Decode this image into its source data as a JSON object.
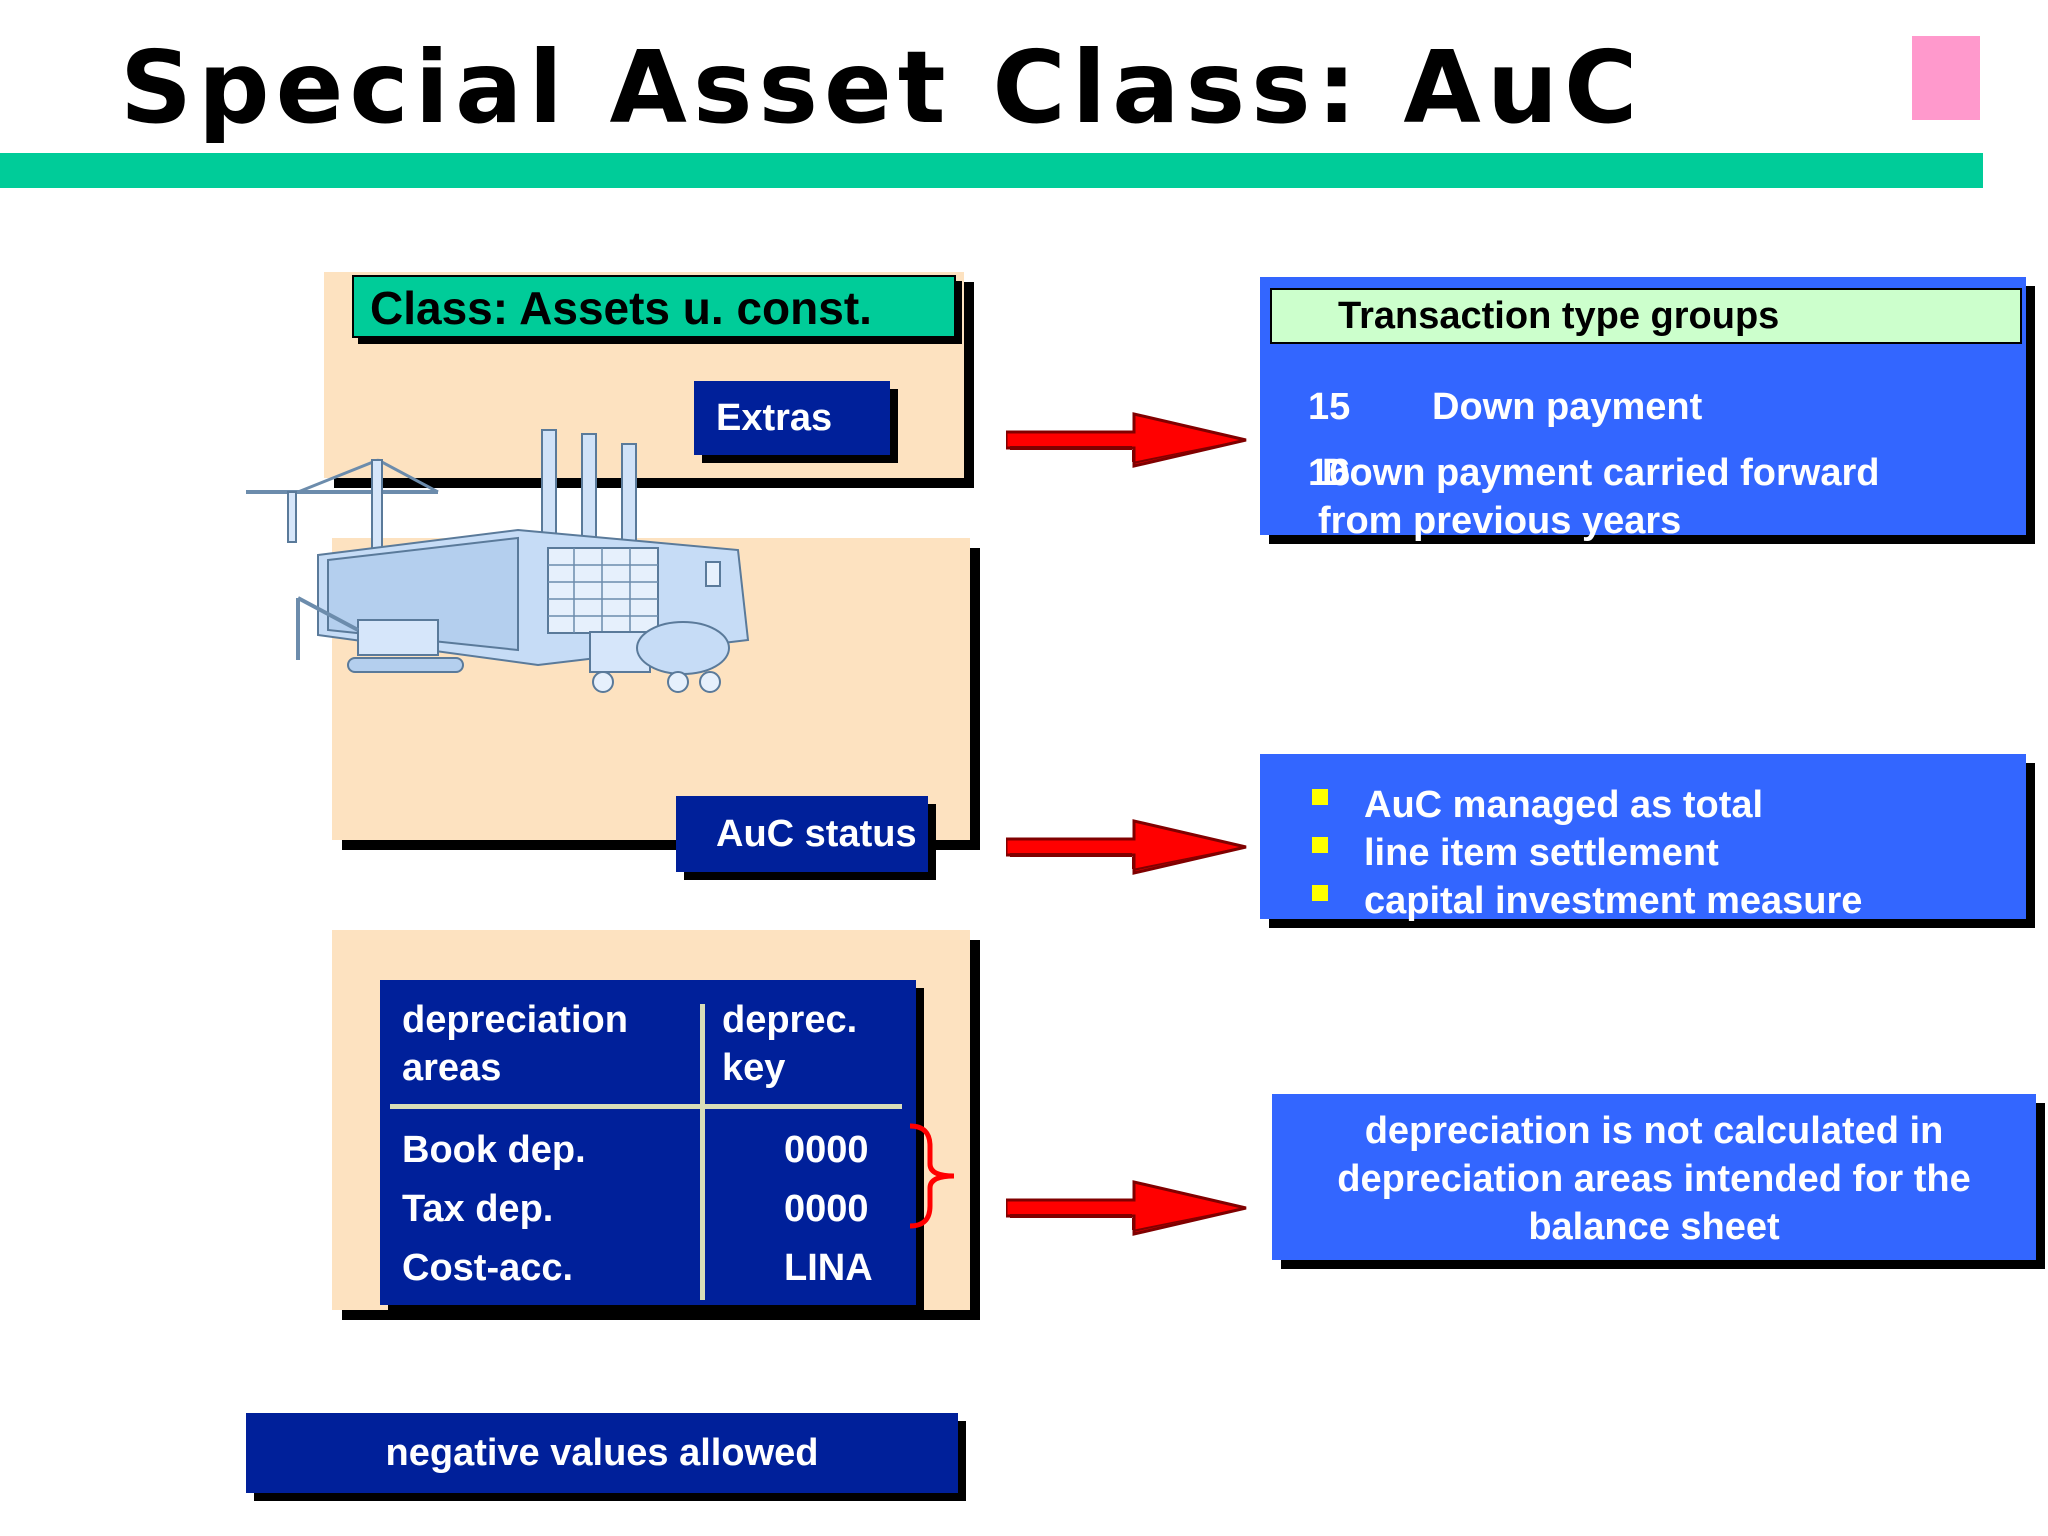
{
  "title": "Special Asset Class: AuC",
  "class_panel": {
    "label": "Class: Assets u. const.",
    "extras_label": "Extras",
    "status_label": "AuC status"
  },
  "depreciation_table": {
    "headers": [
      "depreciation areas",
      "deprec. key"
    ],
    "header_lines": {
      "area_1": "depreciation",
      "area_2": "areas",
      "key_1": "deprec.",
      "key_2": "key"
    },
    "rows": [
      {
        "area": "Book dep.",
        "key": "0000"
      },
      {
        "area": "Tax dep.",
        "key": "0000"
      },
      {
        "area": "Cost-acc.",
        "key": "LINA"
      }
    ]
  },
  "negative_values": "negative values allowed",
  "transaction_groups": {
    "header": "Transaction type groups",
    "items": [
      {
        "code": "15",
        "text": "Down payment"
      },
      {
        "code": "16",
        "text": "Down payment carried forward",
        "text_line2": "from previous years"
      }
    ]
  },
  "auc_features": [
    "AuC managed as total",
    "line item settlement",
    "capital investment measure"
  ],
  "depreciation_note": {
    "line1": "depreciation is not calculated in",
    "line2": "depreciation areas intended for the",
    "line3": "balance sheet"
  },
  "colors": {
    "accent_green": "#00cc99",
    "pink": "#ff99cc",
    "dark_blue": "#00209a",
    "light_blue": "#3366ff",
    "panel": "#fde2c0",
    "header_green": "#ccffcc",
    "arrow_red": "#ff0000",
    "bullet_yellow": "#ffff00"
  },
  "icons": [
    "construction-site-illustration",
    "arrow-right-icon",
    "curly-brace-icon",
    "bullet-square-icon"
  ]
}
